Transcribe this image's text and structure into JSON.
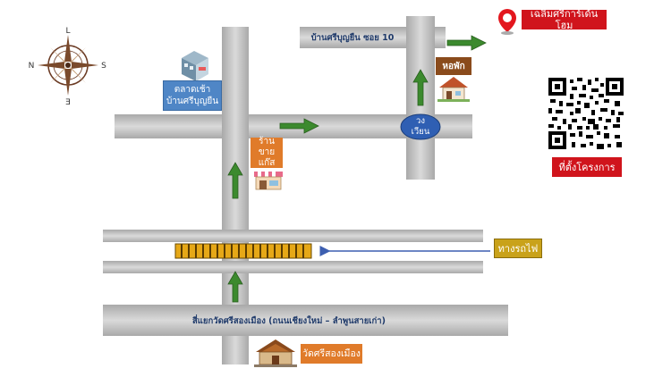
{
  "labels": {
    "destination": "เฉลิมศรีการ์เด้นโฮม",
    "soi_road": "บ้านศรีบุญยืน ซอย 10",
    "market": "ตลาดเช้า\nบ้านศรีบุญยืน",
    "dorm": "หอพัก",
    "roundabout": "วง\nเวียน",
    "gas_shop": "ร้านขาย\nแก๊ส",
    "project_location": "ที่ตั้งโครงการ",
    "railway": "ทางรถไฟ",
    "main_road": "สี่แยกวัดศรีสองเมือง (ถนนเชียงใหม่ – ลำพูนสายเก่า)",
    "temple": "วัดศรีสองเมือง"
  },
  "compass": {
    "n": "L",
    "e": "S",
    "w": "N",
    "s": "Ǝ"
  },
  "icons": {
    "destination": "map-pin-icon",
    "market": "building-icon",
    "dorm": "house-icon",
    "gas_shop": "shop-icon",
    "temple": "temple-icon",
    "qr": "qr-code-icon",
    "compass": "compass-rose-icon"
  },
  "colors": {
    "road": "#c8c8c8",
    "arrow": "#3c8a2e",
    "train": "#e6a817",
    "rail_arrow": "#3d5fb0",
    "destination": "#d0141c",
    "railway_label": "#c9a21a"
  }
}
